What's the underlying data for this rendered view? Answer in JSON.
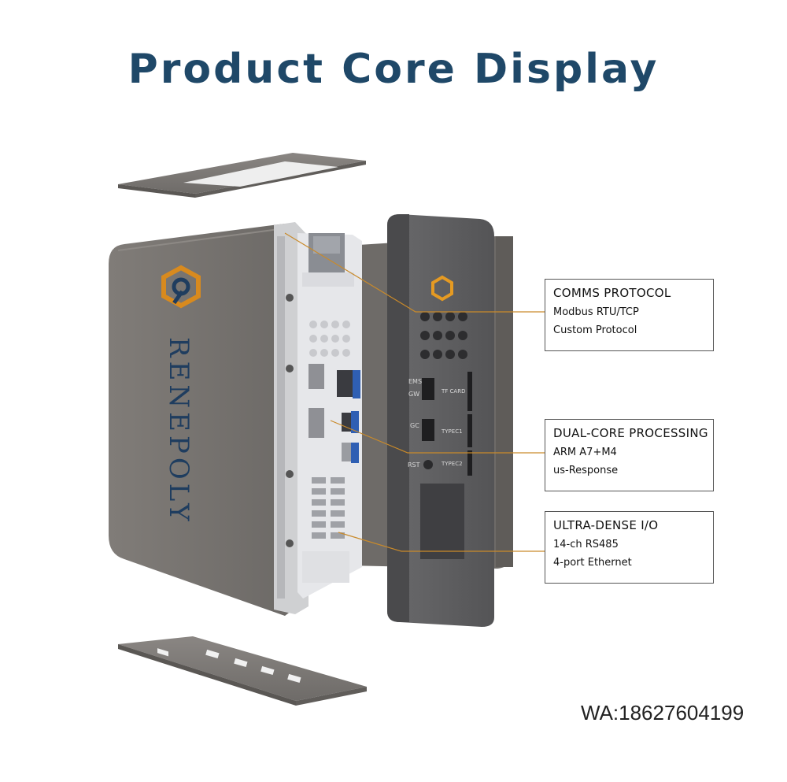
{
  "title": "Product Core Display",
  "brand": {
    "name": "RENEPOLY",
    "logo_color": "#d88a1e"
  },
  "colors": {
    "title": "#1f4868",
    "housing": "#767370",
    "front_panel": "#5d5d5f",
    "callout_line": "#c98a2a"
  },
  "panel_labels": {
    "ems": "EMS",
    "gw": "GW",
    "gc": "GC",
    "rst": "RST",
    "tf_card": "TF CARD",
    "typec1": "TYPEC1",
    "typec2": "TYPEC2"
  },
  "callouts": [
    {
      "title": "COMMS PROTOCOL",
      "lines": [
        "Modbus RTU/TCP",
        "Custom Protocol"
      ]
    },
    {
      "title": "DUAL-CORE PROCESSING",
      "lines": [
        "ARM A7+M4",
        "us-Response"
      ]
    },
    {
      "title": "ULTRA-DENSE I/O",
      "lines": [
        "14-ch RS485",
        "4-port Ethernet"
      ]
    }
  ],
  "contact": "WA:18627604199"
}
